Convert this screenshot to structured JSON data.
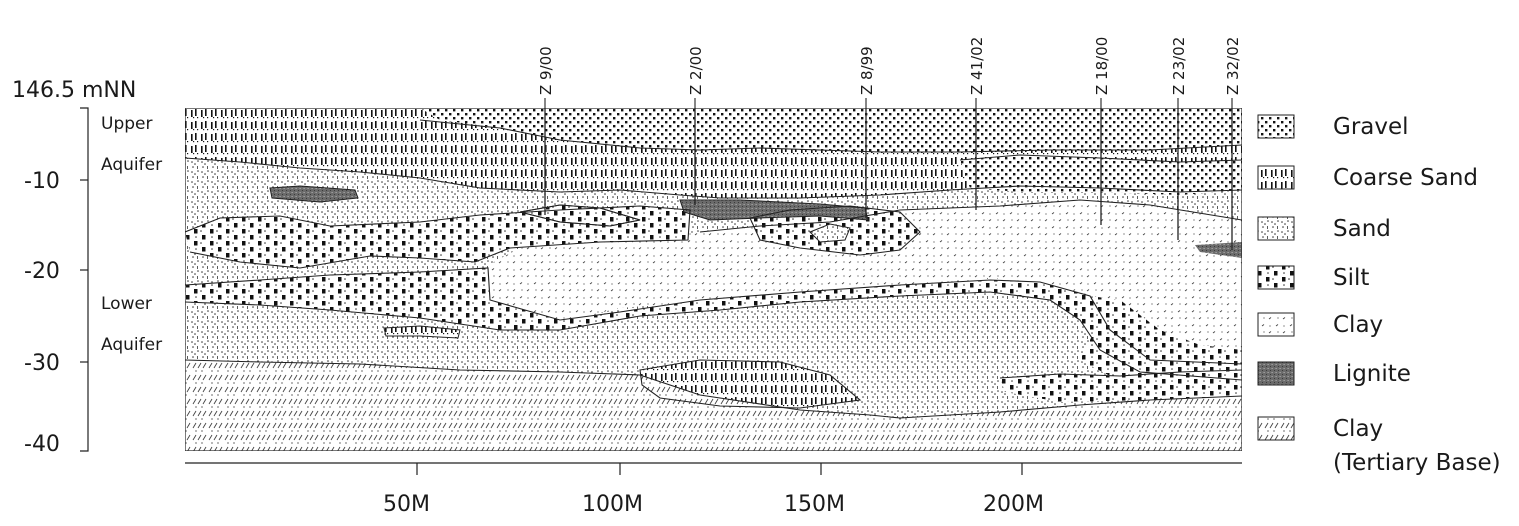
{
  "elevation_label": "146.5 mNN",
  "aquifers": {
    "upper": [
      "Upper",
      "Aquifer"
    ],
    "lower": [
      "Lower",
      "Aquifer"
    ]
  },
  "depth_ticks": [
    "-10",
    "-20",
    "-30",
    "-40"
  ],
  "distance_ticks": [
    "50M",
    "100M",
    "150M",
    "200M"
  ],
  "boreholes": [
    "Z 9/00",
    "Z 2/00",
    "Z 8/99",
    "Z 41/02",
    "Z 18/00",
    "Z 23/02",
    "Z 32/02"
  ],
  "legend": [
    {
      "key": "gravel",
      "label": "Gravel",
      "pattern": "gravel-pattern"
    },
    {
      "key": "coarse-sand",
      "label": "Coarse Sand",
      "pattern": "coarse-sand-pattern"
    },
    {
      "key": "sand",
      "label": "Sand",
      "pattern": "sand-pattern"
    },
    {
      "key": "silt",
      "label": "Silt",
      "pattern": "silt-pattern"
    },
    {
      "key": "clay",
      "label": "Clay",
      "pattern": "clay-pattern"
    },
    {
      "key": "lignite",
      "label": "Lignite",
      "pattern": "lignite-pattern"
    },
    {
      "key": "tertiary",
      "label": [
        "Clay",
        "(Tertiary Base)"
      ],
      "pattern": "tertiary-pattern"
    }
  ]
}
